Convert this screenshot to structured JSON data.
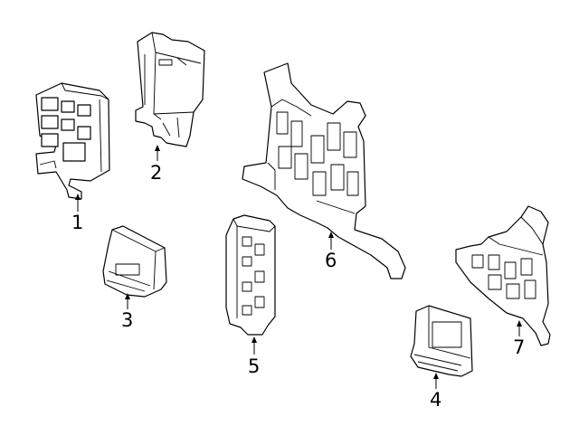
{
  "colors": {
    "line": "#000000",
    "background": "#ffffff"
  },
  "callouts": [
    "1",
    "2",
    "3",
    "4",
    "5",
    "6",
    "7"
  ],
  "parts": [
    {
      "callout": "1",
      "icon": "fuse-block-icon"
    },
    {
      "callout": "2",
      "icon": "control-module-icon"
    },
    {
      "callout": "3",
      "icon": "small-module-icon"
    },
    {
      "callout": "4",
      "icon": "module-icon"
    },
    {
      "callout": "5",
      "icon": "relay-block-icon"
    },
    {
      "callout": "6",
      "icon": "mounting-bracket-icon"
    },
    {
      "callout": "7",
      "icon": "bracket-icon"
    }
  ]
}
